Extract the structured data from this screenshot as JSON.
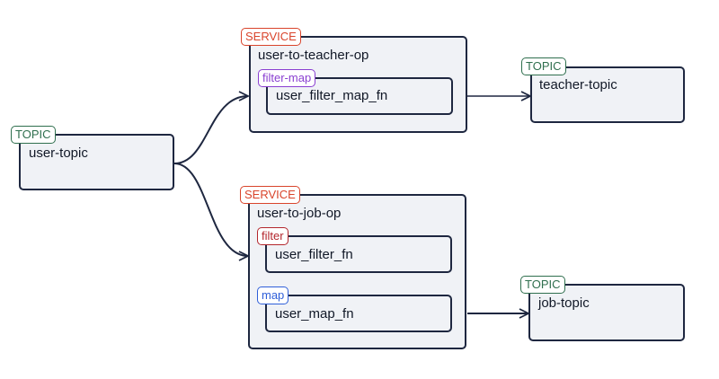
{
  "colors": {
    "topic": "#2f6f4e",
    "service": "#d9442b",
    "filter_map": "#8a3fd1",
    "filter": "#b3262d",
    "map": "#2f5fd9",
    "border": "#1e2740",
    "fill": "#f0f2f6"
  },
  "nodes": {
    "user_topic": {
      "tag": "TOPIC",
      "title": "user-topic"
    },
    "teacher_topic": {
      "tag": "TOPIC",
      "title": "teacher-topic"
    },
    "job_topic": {
      "tag": "TOPIC",
      "title": "job-topic"
    },
    "service_teacher": {
      "tag": "SERVICE",
      "title": "user-to-teacher-op",
      "ops": [
        {
          "tag": "filter-map",
          "fn": "user_filter_map_fn"
        }
      ]
    },
    "service_job": {
      "tag": "SERVICE",
      "title": "user-to-job-op",
      "ops": [
        {
          "tag": "filter",
          "fn": "user_filter_fn"
        },
        {
          "tag": "map",
          "fn": "user_map_fn"
        }
      ]
    }
  }
}
